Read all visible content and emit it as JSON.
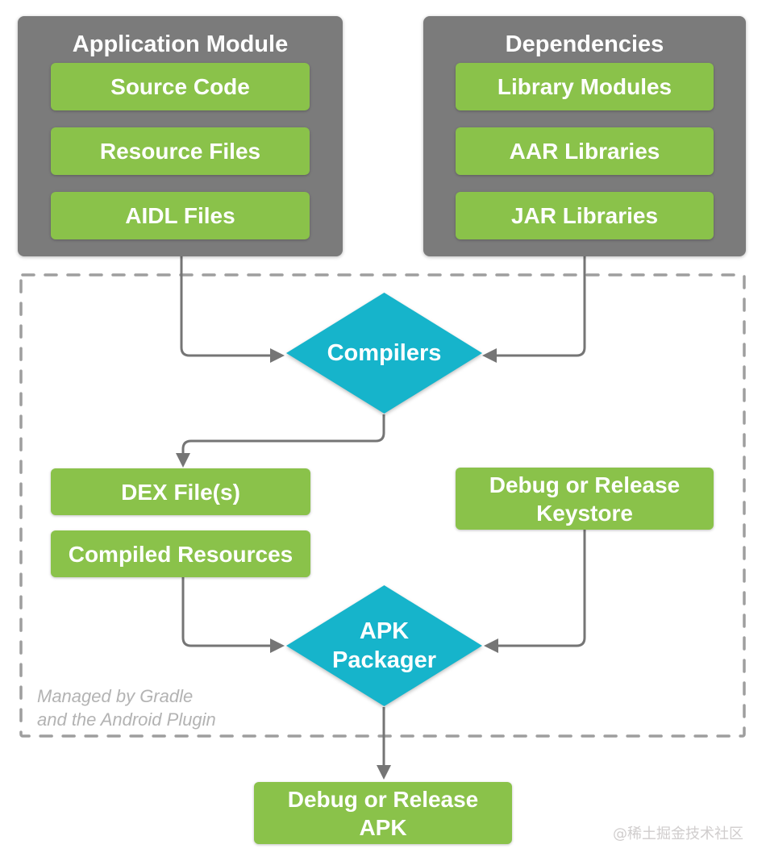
{
  "diagram": {
    "application_module": {
      "title": "Application Module",
      "items": [
        "Source Code",
        "Resource Files",
        "AIDL Files"
      ]
    },
    "dependencies": {
      "title": "Dependencies",
      "items": [
        "Library Modules",
        "AAR Libraries",
        "JAR Libraries"
      ]
    },
    "compilers": {
      "label": "Compilers"
    },
    "dex_files": {
      "label": "DEX File(s)"
    },
    "compiled_resources": {
      "label": "Compiled Resources"
    },
    "keystore": {
      "line1": "Debug or Release",
      "line2": "Keystore"
    },
    "apk_packager": {
      "line1": "APK",
      "line2": "Packager"
    },
    "apk_output": {
      "line1": "Debug or Release",
      "line2": "APK"
    },
    "gradle_note": {
      "line1": "Managed by Gradle",
      "line2": "and the Android Plugin"
    },
    "watermark": "@稀土掘金技术社区",
    "colors": {
      "box_green": "#8ac24a",
      "container_gray": "#7b7b7b",
      "diamond_cyan": "#16b4cb",
      "connector_gray": "#757575",
      "dashed_border_gray": "#9e9e9e",
      "note_gray": "#b3b3b3",
      "watermark_gray": "#d0cdcd",
      "label_text": "#ffffff",
      "background": "#ffffff"
    }
  }
}
